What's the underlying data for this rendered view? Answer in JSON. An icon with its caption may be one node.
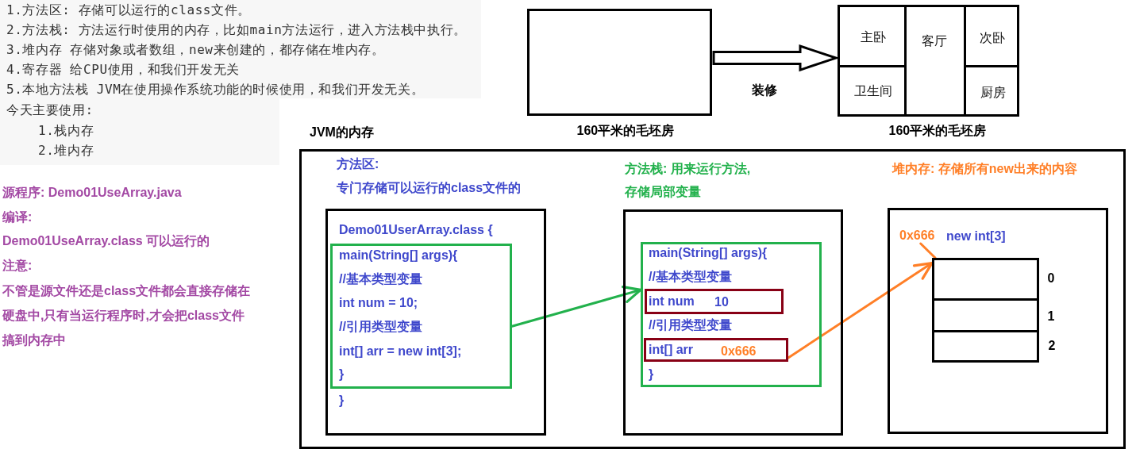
{
  "diagram": {
    "nodes": [
      {
        "text": [
          "1.方法区: 存储可以运行的class文件。",
          "2.方法栈: 方法运行时使用的内存，比如main方法运行，进入方法栈中执行。",
          "3.堆内存 存储对象或者数组，new来创建的，都存储在堆内存。",
          "4.寄存器 给CPU使用，和我们开发无关",
          "5.本地方法栈 JVM在使用操作系统功能的时候使用，和我们开发无关。",
          "今天主要使用:",
          "1.栈内存",
          "2.堆内存"
        ]
      },
      {
        "text": [],
        "shape": "box",
        "beside": [
          "160平米的毛坯房"
        ]
      },
      {
        "text": [],
        "shape": "box",
        "beside": [
          "160平米的毛坯房"
        ]
      },
      {
        "text": [
          "主卧"
        ],
        "in": 2
      },
      {
        "text": [
          "客厅"
        ],
        "in": 2
      },
      {
        "text": [
          "次卧"
        ],
        "in": 2
      },
      {
        "text": [
          "卫生间"
        ],
        "in": 2
      },
      {
        "text": [
          "厨房"
        ],
        "in": 2
      },
      {
        "text": [
          "JVM的内存"
        ]
      },
      {
        "text": [
          "方法区:",
          "专门存储可以运行的class文件的",
          "Demo01UserArray.class {",
          "}"
        ],
        "in": 8
      },
      {
        "text": [
          "main(String[] args){",
          "//基本类型变量",
          "int num = 10;",
          "//引用类型变量",
          "int[] arr = new int[3];",
          "}"
        ],
        "in": 9
      },
      {
        "text": [
          "方法栈: 用来运行方法,",
          "存储局部变量"
        ],
        "in": 8
      },
      {
        "text": [
          "main(String[] args){",
          "//基本类型变量",
          "//引用类型变量",
          "}"
        ],
        "in": 11
      },
      {
        "text": [
          "int num",
          "10"
        ],
        "in": 12
      },
      {
        "text": [
          "int[] arr",
          "0x666"
        ],
        "in": 12
      },
      {
        "text": [
          "堆内存: 存储所有new出来的内容"
        ],
        "in": 8
      },
      {
        "text": [
          "0x666"
        ],
        "in": 15
      },
      {
        "text": [],
        "shape": "box",
        "in": 15,
        "beside": [
          "new int[3]",
          "0",
          "1",
          "2"
        ]
      }
    ],
    "edges": [
      {
        "from": 1,
        "to": 2,
        "arrow": "to",
        "label": "装修"
      },
      {
        "from": 10,
        "to": 12,
        "arrow": "to",
        "color": "#22b14c"
      },
      {
        "from": 14,
        "to": 17,
        "arrow": "to",
        "color": "#ff7f27"
      },
      {
        "from": 16,
        "to": 17,
        "arrow": "none",
        "color": "#ff7f27"
      }
    ],
    "labels": [
      "源程序: Demo01UseArray.java",
      "编译:",
      "Demo01UseArray.class 可以运行的",
      "注意:",
      "不管是源文件还是class文件都会直接存储在硬盘中,只有当运行程序时,才会把class文件搞到内存中"
    ]
  }
}
